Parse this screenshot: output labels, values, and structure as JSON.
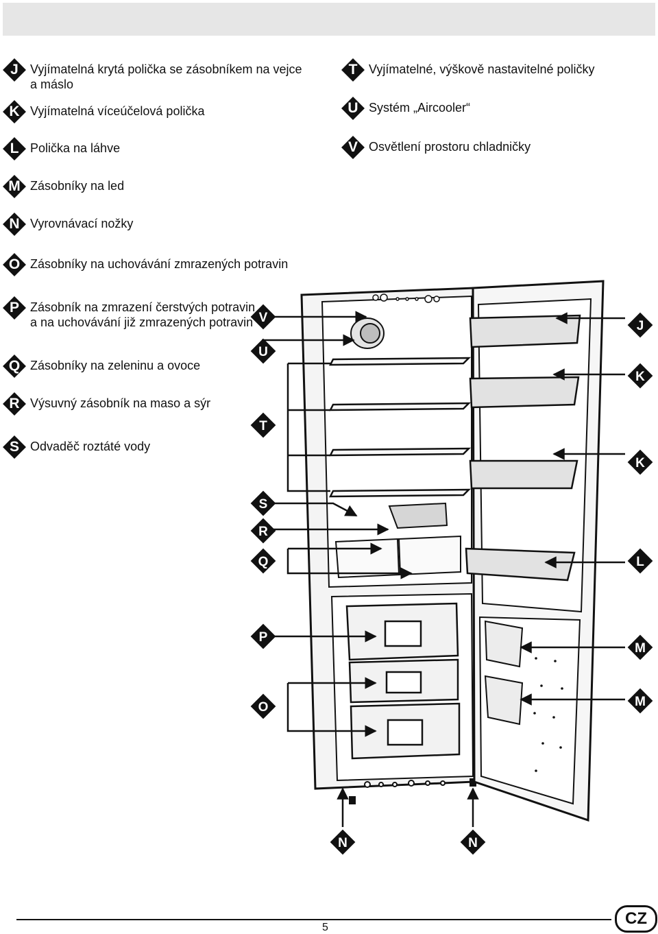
{
  "legend_left": [
    {
      "id": "J",
      "text": "Vyjímatelná krytá polička se zásobníkem na vejce a máslo"
    },
    {
      "id": "K",
      "text": "Vyjímatelná víceúčelová polička"
    },
    {
      "id": "L",
      "text": "Polička na láhve"
    },
    {
      "id": "M",
      "text": "Zásobníky na led"
    },
    {
      "id": "N",
      "text": "Vyrovnávací nožky"
    },
    {
      "id": "O",
      "text": "Zásobníky na uchovávání zmrazených potravin"
    },
    {
      "id": "P",
      "text": "Zásobník na zmrazení čerstvých potravin a na uchovávání již zmrazených potravin"
    },
    {
      "id": "Q",
      "text": "Zásobníky na zeleninu a ovoce"
    },
    {
      "id": "R",
      "text": "Výsuvný zásobník na maso a sýr"
    },
    {
      "id": "S",
      "text": "Odvaděč roztáté vody"
    }
  ],
  "legend_right": [
    {
      "id": "T",
      "text": "Vyjímatelné, výškově nastavitelné poličky"
    },
    {
      "id": "U",
      "text": "Systém „Aircooler“"
    },
    {
      "id": "V",
      "text": "Osvětlení prostoru chladničky"
    }
  ],
  "diagram_labels": {
    "V": "V",
    "U": "U",
    "T": "T",
    "S": "S",
    "R": "R",
    "Q": "Q",
    "P": "P",
    "O": "O",
    "J": "J",
    "K1": "K",
    "K2": "K",
    "L": "L",
    "M1": "M",
    "M2": "M",
    "N1": "N",
    "N2": "N"
  },
  "footer": {
    "page_number": "5",
    "country_code": "CZ"
  }
}
